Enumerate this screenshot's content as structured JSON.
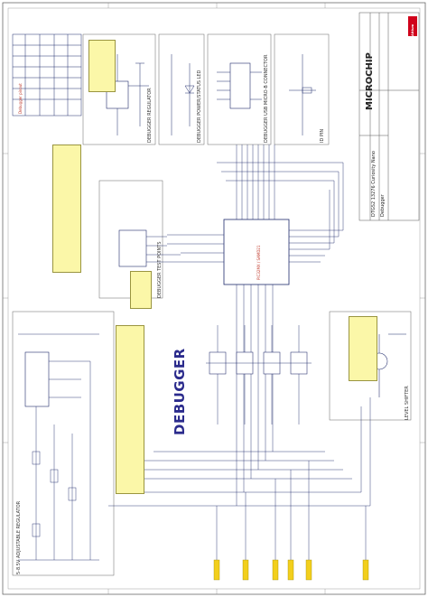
{
  "sheet": {
    "big_label": "DEBUGGER",
    "company_logo": "MICROCHIP",
    "partner_logo": "Altium",
    "title_block": {
      "title": "DTGS2 13276 Curiosity Nano",
      "sheet_name": "Debugger"
    }
  },
  "blocks": {
    "adj_regulator": "5-8.5V ADJUSTABLE REGULATOR",
    "debugger_regulator": "DEBUGGER REGULATOR",
    "power_led": "DEBUGGER POWER/STATUS LED",
    "usb_connector": "DEBUGGER USB MICRO-B CONNECTOR",
    "id_pin": "ID PIN",
    "test_points": "DEBUGGER TEST POINTS",
    "level_shifter": "LEVEL SHIFTER",
    "mcu": "PIC32MX / SAMD21",
    "pinout_table": "Debugger pinout"
  },
  "colors": {
    "wire": "#1f2a6b",
    "net_label": "#c0392b",
    "note_fill": "#fbf7a8",
    "title_text": "#2b2b8c",
    "logo_red": "#d0021b"
  }
}
